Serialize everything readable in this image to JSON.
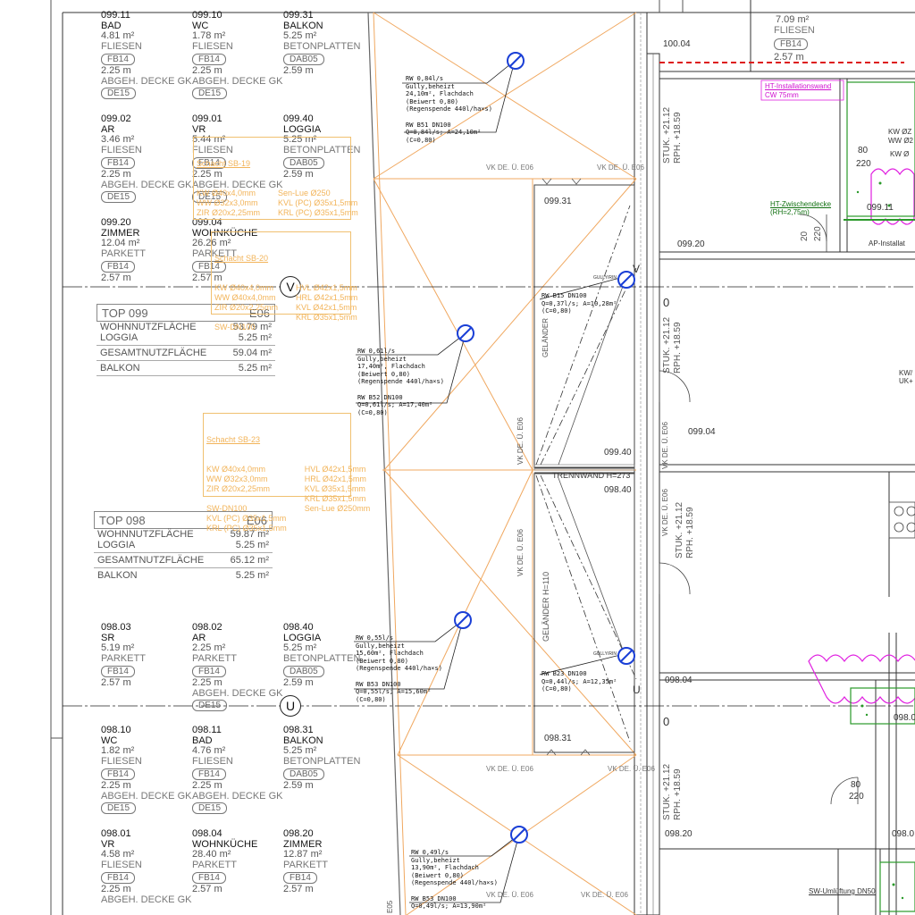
{
  "rooms": [
    {
      "id": "r1",
      "no": "099.11",
      "name": "BAD",
      "area": "4.81 m²",
      "floor": "FLIESEN",
      "code": "FB14",
      "height": "2.25 m",
      "ceil": "ABGEH. DECKE GK",
      "ceilcode": "DE15"
    },
    {
      "id": "r2",
      "no": "099.10",
      "name": "WC",
      "area": "1.78 m²",
      "floor": "FLIESEN",
      "code": "FB14",
      "height": "2.25 m",
      "ceil": "ABGEH. DECKE GK",
      "ceilcode": "DE15"
    },
    {
      "id": "r3",
      "no": "099.31",
      "name": "BALKON",
      "area": "5.25 m²",
      "floor": "BETONPLATTEN",
      "code": "DAB05",
      "height": "2.59 m",
      "ceil": "",
      "ceilcode": ""
    },
    {
      "id": "r4",
      "no": "099.02",
      "name": "AR",
      "area": "3.46 m²",
      "floor": "FLIESEN",
      "code": "FB14",
      "height": "2.25 m",
      "ceil": "ABGEH. DECKE GK",
      "ceilcode": "DE15"
    },
    {
      "id": "r5",
      "no": "099.01",
      "name": "VR",
      "area": "5.44 m²",
      "floor": "FLIESEN",
      "code": "FB14",
      "height": "2.25 m",
      "ceil": "ABGEH. DECKE GK",
      "ceilcode": "DE15"
    },
    {
      "id": "r6",
      "no": "099.40",
      "name": "LOGGIA",
      "area": "5.25 m²",
      "floor": "BETONPLATTEN",
      "code": "DAB05",
      "height": "2.59 m",
      "ceil": "",
      "ceilcode": ""
    },
    {
      "id": "r7",
      "no": "099.20",
      "name": "ZIMMER",
      "area": "12.04 m²",
      "floor": "PARKETT",
      "code": "FB14",
      "height": "2.57 m",
      "ceil": "",
      "ceilcode": ""
    },
    {
      "id": "r8",
      "no": "099.04",
      "name": "WOHNKÜCHE",
      "area": "26.26 m²",
      "floor": "PARKETT",
      "code": "FB14",
      "height": "2.57 m",
      "ceil": "",
      "ceilcode": ""
    },
    {
      "id": "r9",
      "no": "098.03",
      "name": "SR",
      "area": "5.19 m²",
      "floor": "PARKETT",
      "code": "FB14",
      "height": "2.57 m",
      "ceil": "",
      "ceilcode": ""
    },
    {
      "id": "r10",
      "no": "098.02",
      "name": "AR",
      "area": "2.25 m²",
      "floor": "PARKETT",
      "code": "FB14",
      "height": "2.25 m",
      "ceil": "ABGEH. DECKE GK",
      "ceilcode": "DE15"
    },
    {
      "id": "r11",
      "no": "098.40",
      "name": "LOGGIA",
      "area": "5.25 m²",
      "floor": "BETONPLATTEN",
      "code": "DAB05",
      "height": "2.59 m",
      "ceil": "",
      "ceilcode": ""
    },
    {
      "id": "r12",
      "no": "098.10",
      "name": "WC",
      "area": "1.82 m²",
      "floor": "FLIESEN",
      "code": "FB14",
      "height": "2.25 m",
      "ceil": "ABGEH. DECKE GK",
      "ceilcode": "DE15"
    },
    {
      "id": "r13",
      "no": "098.11",
      "name": "BAD",
      "area": "4.76 m²",
      "floor": "FLIESEN",
      "code": "FB14",
      "height": "2.25 m",
      "ceil": "ABGEH. DECKE GK",
      "ceilcode": "DE15"
    },
    {
      "id": "r14",
      "no": "098.31",
      "name": "BALKON",
      "area": "5.25 m²",
      "floor": "BETONPLATTEN",
      "code": "DAB05",
      "height": "2.59 m",
      "ceil": "",
      "ceilcode": ""
    },
    {
      "id": "r15",
      "no": "098.01",
      "name": "VR",
      "area": "4.58 m²",
      "floor": "FLIESEN",
      "code": "FB14",
      "height": "2.25 m",
      "ceil": "ABGEH. DECKE GK",
      "ceilcode": ""
    },
    {
      "id": "r16",
      "no": "098.04",
      "name": "WOHNKÜCHE",
      "area": "28.40 m²",
      "floor": "PARKETT",
      "code": "FB14",
      "height": "2.57 m",
      "ceil": "",
      "ceilcode": ""
    },
    {
      "id": "r17",
      "no": "098.20",
      "name": "ZIMMER",
      "area": "12.87 m²",
      "floor": "PARKETT",
      "code": "FB14",
      "height": "2.57 m",
      "ceil": "",
      "ceilcode": ""
    }
  ],
  "tops": [
    {
      "title": "TOP 099",
      "level": "E06",
      "living_label": "WOHNNUTZFLÄCHE",
      "living": "53.79 m²",
      "loggia_label": "LOGGIA",
      "loggia": "5.25 m²",
      "total_label": "GESAMTNUTZFLÄCHE",
      "total": "59.04 m²",
      "balkon_label": "BALKON",
      "balkon": "5.25 m²"
    },
    {
      "title": "TOP 098",
      "level": "E06",
      "living_label": "WOHNNUTZFLÄCHE",
      "living": "59.87 m²",
      "loggia_label": "LOGGIA",
      "loggia": "5.25 m²",
      "total_label": "GESAMTNUTZFLÄCHE",
      "total": "65.12 m²",
      "balkon_label": "BALKON",
      "balkon": "5.25 m²"
    }
  ],
  "shafts": [
    {
      "title": "Schacht SB-19",
      "left": "KW Ø40x4,0mm\nWW Ø32x3,0mm\nZIR Ø20x2,25mm",
      "right": "",
      "extra": "Sen-Lue Ø250\nKVL (PC) Ø35x1,5mm\nKRL (PC) Ø35x1,5mm"
    },
    {
      "title": "Schacht SB-20",
      "left": "KW Ø40x4,0mm\nWW Ø40x4,0mm\nZIR Ø20x2,25mm\n\nSW-DN100",
      "right": "HVL Ø42x1,5mm\nHRL Ø42x1,5mm\nKVL Ø42x1,5mm\nKRL Ø35x1,5mm",
      "extra": ""
    },
    {
      "title": "Schacht SB-23",
      "left": "KW Ø40x4,0mm\nWW Ø32x3,0mm\nZIR Ø20x2,25mm\n\nSW-DN100\nKVL (PC) Ø35x1,5mm\nKRL (PC) Ø35x1,5mm",
      "right": "HVL Ø42x1,5mm\nHRL Ø42x1,5mm\nKVL Ø35x1,5mm\nKRL Ø35x1,5mm\nSen-Lue Ø250mm",
      "extra": ""
    }
  ],
  "drains": [
    {
      "text": "RW 0,84l/s\nGully,beheizt\n24,10m², Flachdach\n(Beiwert 0,80)\n(Regenspende 440l/ha×s)\n\nRW B51 DN100\nQ=0,84l/s; A=24,10m²\n(C=0,80)"
    },
    {
      "text": "RW 0,61l/s\nGully,beheizt\n17,40m², Flachdach\n(Beiwert 0,80)\n(Regenspende 440l/ha×s)\n\nRW B52 DN100\nQ=0,61l/s; A=17,40m²\n(C=0,80)"
    },
    {
      "text": "RW 0,55l/s\nGully,beheizt\n15,60m², Flachdach\n(Beiwert 0,80)\n(Regenspende 440l/ha×s)\n\nRW B53 DN100\nQ=0,55l/s; A=15,60m²\n(C=0,80)"
    },
    {
      "text": "RW 0,49l/s\nGully,beheizt\n13,90m², Flachdach\n(Beiwert 0,80)\n(Regenspende 440l/ha×s)\n\nRW B53 DN100\nQ=0,49l/s; A=13,90m²"
    },
    {
      "text": "RW B15 DN100\nQ=0,37l/s; A=10,28m²\n(C=0,80)"
    },
    {
      "text": "RW B23 DN100\nQ=0,44l/s; A=12,35m²\n(C=0,80)"
    }
  ],
  "labels": {
    "vk_de": "VK DE. Ü. E06",
    "gelaender": "GELÄNDER",
    "gelaender_h": "GELÄNDER  H=110",
    "trennwand": "TRENNWAND H=273",
    "stuk": "STUK. +21.12",
    "rph": "RPH. +18.59",
    "axis_v": "V",
    "axis_u": "U",
    "zero": "0",
    "r_09931": "099.31",
    "r_09920": "099.20",
    "r_09940": "099.40",
    "r_09840": "098.40",
    "r_09904": "099.04",
    "r_09804": "098.04",
    "r_09831": "098.31",
    "r_09820": "098.20",
    "r_09911": "099.11",
    "r_10004": "100.04",
    "r_0980x": "098.0",
    "r_0980y": "098.0",
    "top_right_area": "7.09 m²",
    "top_right_floor": "FLIESEN",
    "top_right_code": "FB14",
    "top_right_h": "2.57 m",
    "ht_inst": "HT-Installationswand",
    "cw": "CW 75mm",
    "ht_zw": "HT-Zwischendecke",
    "ht_zw2": "(RH=2,75m)",
    "ap_inst": "AP-Installat",
    "kw": "KW ØZ",
    "ww": "WW Ø2",
    "kw2": "KW Ø",
    "kw3": "KW/",
    "uk": "UK+",
    "dim80": "80",
    "dim220": "220",
    "dim20": "20",
    "gully": "GULLY/RIN",
    "sw_um": "SW-Umlüftung DN50",
    "e05": "E05"
  },
  "colors": {
    "orange": "#f0a860",
    "blue": "#1a3fd6",
    "magenta": "#e020e0",
    "green": "#2a9a2a",
    "red": "#dd1a1a"
  }
}
